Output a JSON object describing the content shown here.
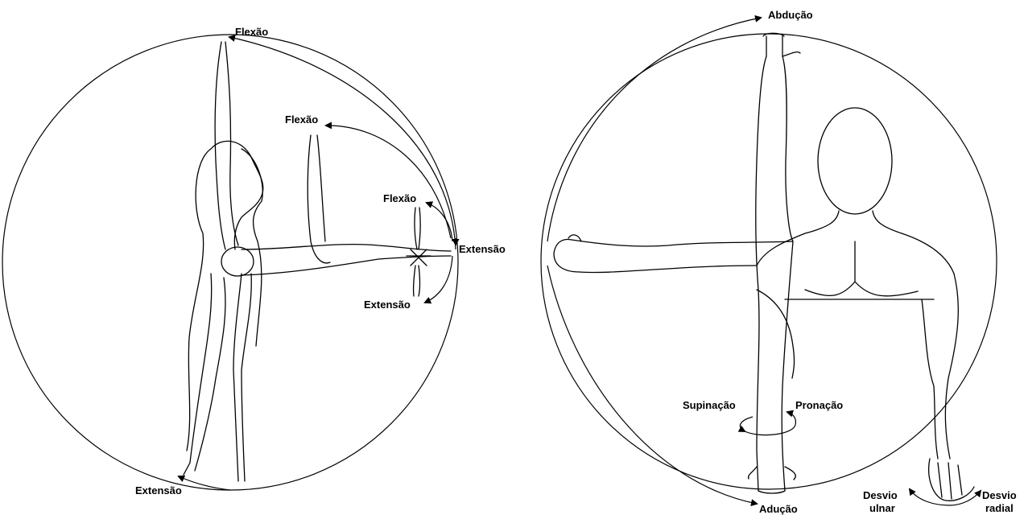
{
  "left_diagram": {
    "labels": {
      "flexao_top": "Flexão",
      "flexao_mid": "Flexão",
      "flexao_small": "Flexão",
      "extensao_right": "Extensão",
      "extensao_small": "Extensão",
      "extensao_bottom": "Extensão"
    }
  },
  "right_diagram": {
    "labels": {
      "abducao": "Abdução",
      "aducao": "Adução",
      "supinacao": "Supinação",
      "pronacao": "Pronação",
      "desvio_ulnar_1": "Desvio",
      "desvio_ulnar_2": "ulnar",
      "desvio_radial_1": "Desvio",
      "desvio_radial_2": "radial"
    }
  }
}
